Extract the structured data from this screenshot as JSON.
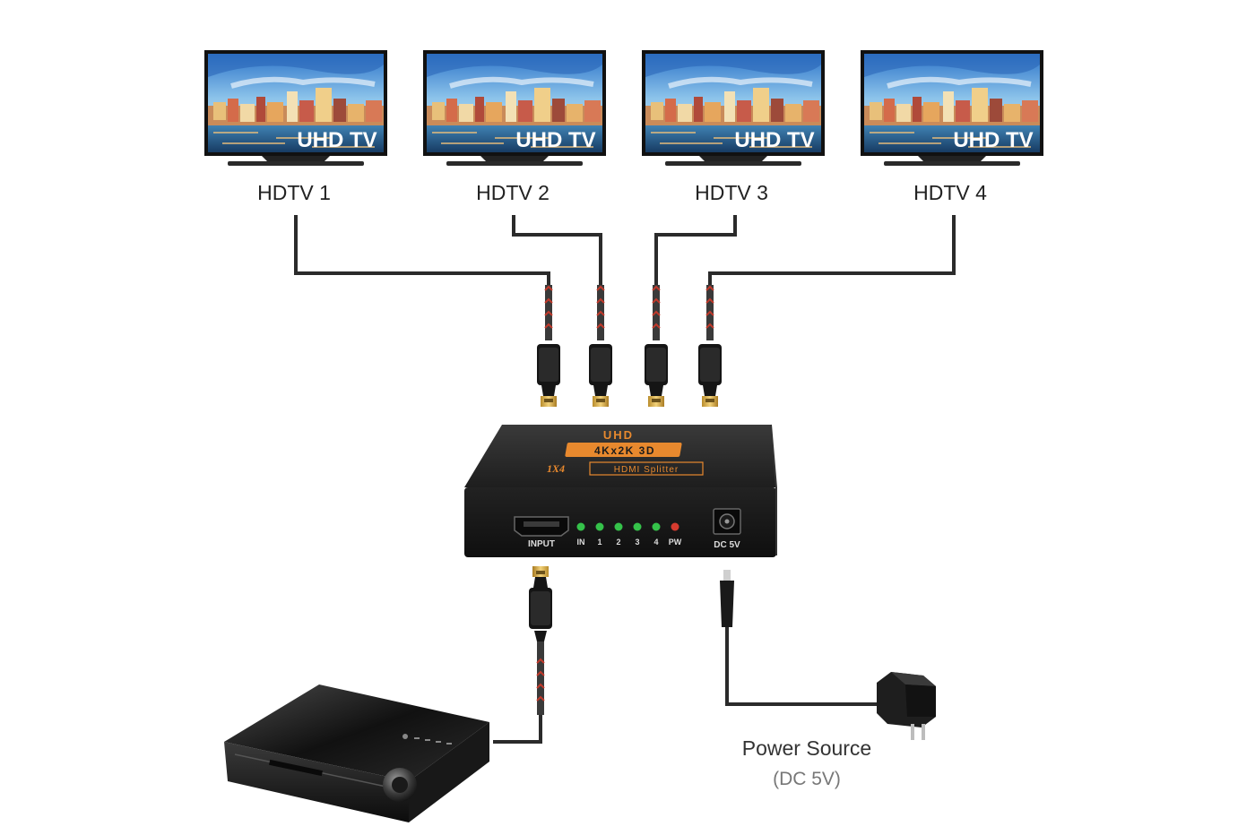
{
  "tvs": [
    {
      "label": "HDTV 1",
      "screen_text": "UHD TV"
    },
    {
      "label": "HDTV 2",
      "screen_text": "UHD TV"
    },
    {
      "label": "HDTV 3",
      "screen_text": "UHD TV"
    },
    {
      "label": "HDTV 4",
      "screen_text": "UHD TV"
    }
  ],
  "splitter": {
    "badge_top": "UHD",
    "badge_main": "4Kx2K 3D",
    "badge_brand": "1X4",
    "badge_product": "HDMI Splitter",
    "port_input": "INPUT",
    "leds": [
      "IN",
      "1",
      "2",
      "3",
      "4",
      "PW"
    ],
    "port_power": "DC 5V"
  },
  "power": {
    "title": "Power Source",
    "subtitle": "(DC 5V)"
  },
  "colors": {
    "cable": "#2b2b2b",
    "braid_accent": "#c0392b",
    "splitter_body": "#1c1c1c",
    "badge_orange": "#e8892e",
    "led_green": "#35c24a",
    "led_red": "#d63b2f",
    "connector_gold": "#d9b24a"
  }
}
